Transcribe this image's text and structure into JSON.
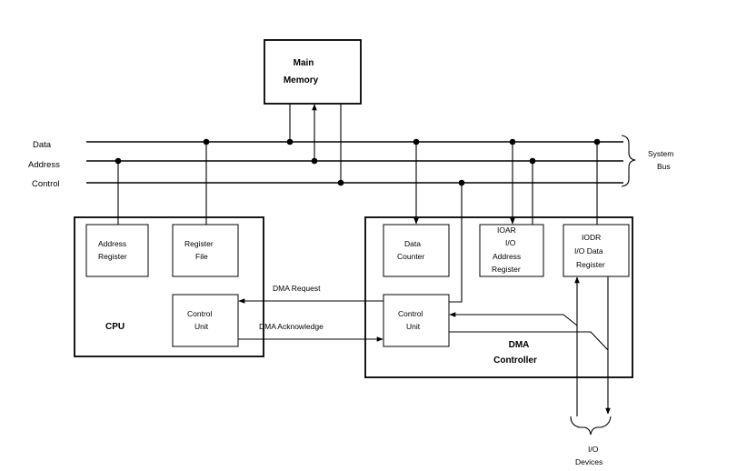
{
  "main_memory": {
    "line1": "Main",
    "line2": "Memory"
  },
  "bus": {
    "data": "Data",
    "address": "Address",
    "control": "Control",
    "system_line1": "System",
    "system_line2": "Bus"
  },
  "cpu": {
    "label": "CPU",
    "address_register": {
      "line1": "Address",
      "line2": "Register"
    },
    "register_file": {
      "line1": "Register",
      "line2": "File"
    },
    "control_unit": {
      "line1": "Control",
      "line2": "Unit"
    }
  },
  "dma": {
    "label_line1": "DMA",
    "label_line2": "Controller",
    "data_counter": {
      "line1": "Data",
      "line2": "Counter"
    },
    "ioar": {
      "line1": "IOAR",
      "line2": "I/O",
      "line3": "Address",
      "line4": "Register"
    },
    "iodr": {
      "line1": "IODR",
      "line2": "I/O Data",
      "line3": "Register"
    },
    "control_unit": {
      "line1": "Control",
      "line2": "Unit"
    }
  },
  "signals": {
    "dma_request": "DMA Request",
    "dma_acknowledge": "DMA Acknowledge"
  },
  "io_devices": {
    "line1": "I/O",
    "line2": "Devices"
  }
}
